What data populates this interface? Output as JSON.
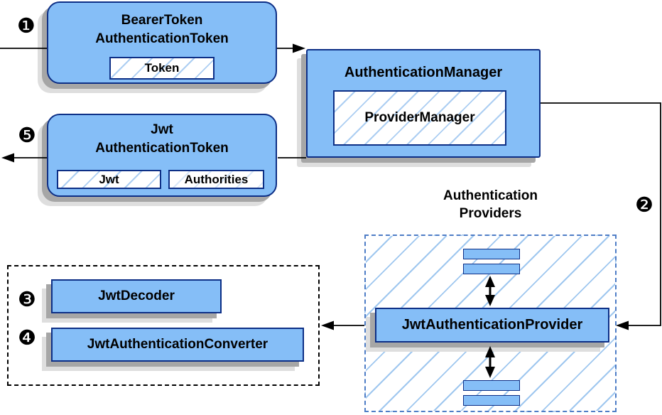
{
  "nodes": {
    "bearer_token": {
      "line1": "BearerToken",
      "line2": "AuthenticationToken",
      "token": "Token"
    },
    "auth_manager": {
      "title": "AuthenticationManager",
      "provider_manager": "ProviderManager"
    },
    "jwt_token": {
      "line1": "Jwt",
      "line2": "AuthenticationToken",
      "jwt": "Jwt",
      "authorities": "Authorities"
    },
    "providers_group": {
      "label_line1": "Authentication",
      "label_line2": "Providers"
    },
    "jwt_auth_provider": {
      "label": "JwtAuthenticationProvider"
    },
    "decoder_group": {
      "jwt_decoder": "JwtDecoder",
      "jwt_auth_converter": "JwtAuthenticationConverter"
    }
  },
  "steps": {
    "step1": "❶",
    "step2": "❷",
    "step3": "❸",
    "step4": "❹",
    "step5": "❺"
  },
  "colors": {
    "box_fill": "#85BEF7",
    "box_border": "#0D2F86",
    "hatch_line": "#ACCEF2",
    "big_hatch_line": "#9FC7EF",
    "dashed_border": "#4E7DC6",
    "dotted_border": "#000000",
    "shadow_dark": "#A6A6A6",
    "shadow_light": "#DEDEDE",
    "connector": "#000000"
  }
}
